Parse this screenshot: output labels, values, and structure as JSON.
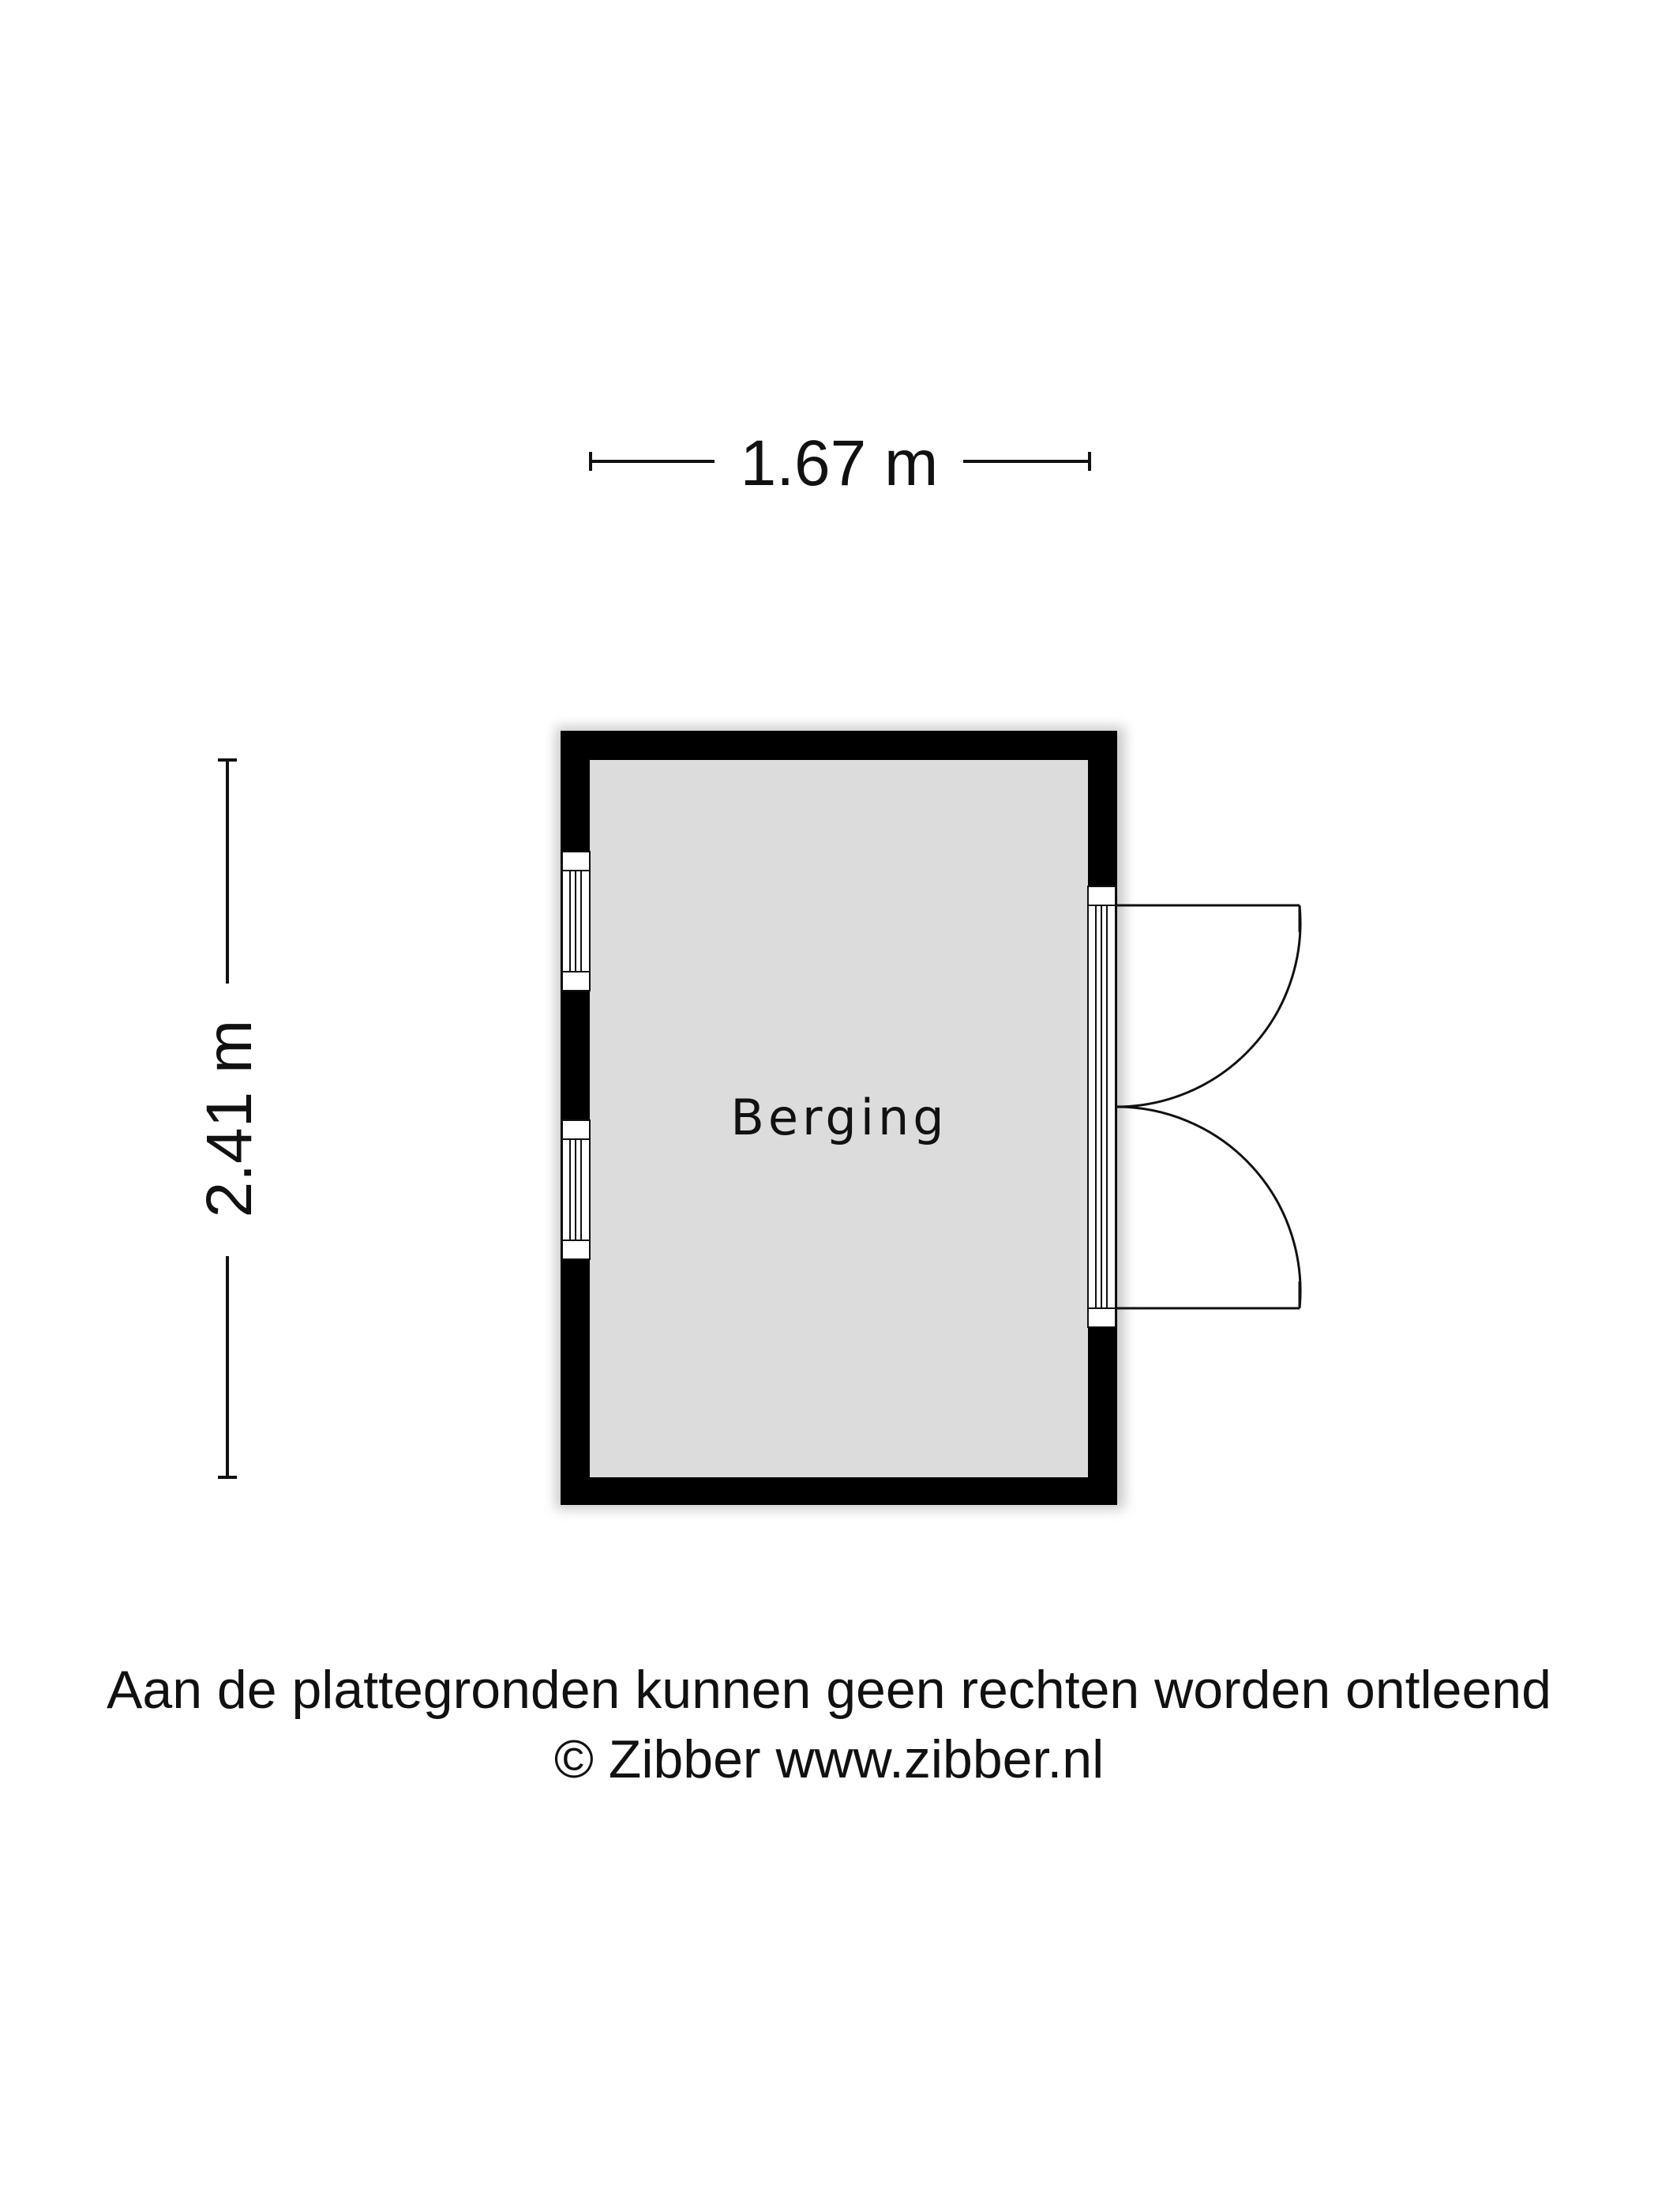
{
  "floorplan": {
    "room_name": "Berging",
    "width_label": "1.67 m",
    "height_label": "2.41 m",
    "floor_color": "#dcdcdc",
    "wall_color": "#000000"
  },
  "footer": {
    "disclaimer": "Aan de plattegronden kunnen geen rechten worden ontleend",
    "copyright": "© Zibber www.zibber.nl"
  }
}
